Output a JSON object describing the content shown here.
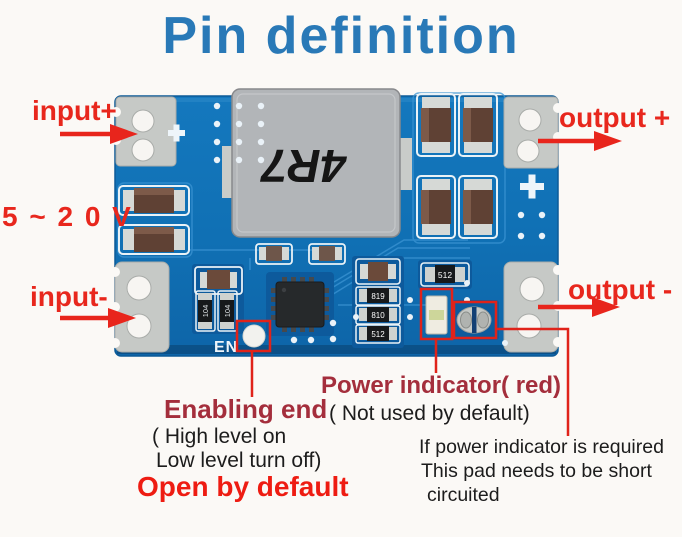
{
  "title": "Pin definition",
  "labels": {
    "input_plus": "input+",
    "voltage_range": "5 ~ 2 0 V",
    "input_minus": "input-",
    "output_plus": "output +",
    "output_minus": "output -"
  },
  "annotations": {
    "enabling": {
      "title": "Enabling end",
      "line1": "( High level on",
      "line2": "Low level turn off)",
      "line3": "Open by default"
    },
    "power_indicator": {
      "title": "Power indicator( red)",
      "subtitle": "( Not used by default)"
    },
    "short_note": {
      "line1": "If power indicator is required",
      "line2": "This pad needs to be short",
      "line3": "circuited"
    }
  },
  "board": {
    "inductor_label": "4R7",
    "enable_pad_label": "EN",
    "resistors": {
      "column": [
        "819",
        "810",
        "512"
      ],
      "horizontal": "512",
      "left_pair": [
        "104",
        "104"
      ]
    }
  },
  "colors": {
    "title_blue": "#2979b7",
    "label_red": "#e8271d",
    "dark_red": "#a42e3c",
    "bright_red": "#ee1c12",
    "pcb_blue": "#1173b8",
    "pcb_dark": "#0d5a9c",
    "pad_silver": "#c6c9c6",
    "inductor_gray": "#b2b5b8"
  }
}
